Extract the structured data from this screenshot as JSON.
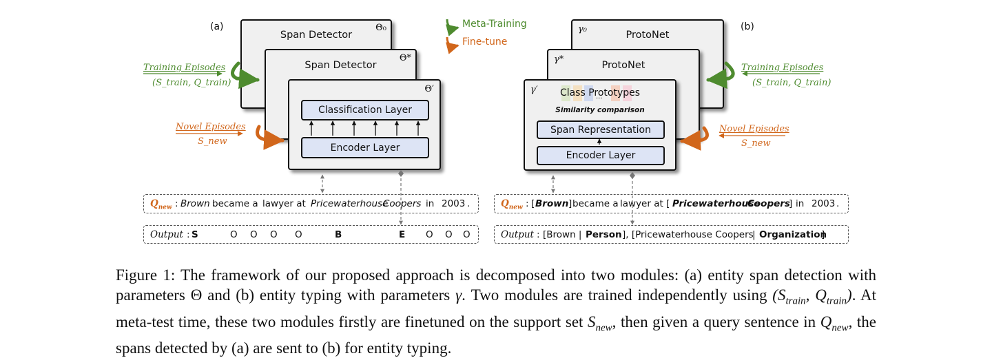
{
  "legend": {
    "meta_training": "Meta-Training",
    "fine_tune": "Fine-tune",
    "colors": {
      "meta_training": "#4e8b2f",
      "fine_tune": "#d1661b",
      "layer_fill": "#dde4f5",
      "panel_fill": "#f0f0f0"
    }
  },
  "panel_a": {
    "label": "(a)",
    "back_title": "Span Detector",
    "back_param": "Θ₀",
    "mid_title": "Span Detector",
    "mid_param": "Θ*",
    "front_param": "Θ′",
    "classification_layer": "Classification Layer",
    "encoder_layer": "Encoder Layer",
    "training_episodes": "Training Episodes",
    "training_set": "(S_train, Q_train)",
    "novel_episodes": "Novel Episodes",
    "novel_set": "S_new"
  },
  "panel_b": {
    "label": "(b)",
    "back_title": "ProtoNet",
    "back_param": "γ₀",
    "mid_title": "ProtoNet",
    "mid_param": "γ*",
    "front_param": "γ′",
    "class_prototypes": "Class Prototypes",
    "prototype_ellipsis": "...",
    "similarity": "Similarity comparison",
    "span_representation": "Span Representation",
    "encoder_layer": "Encoder Layer",
    "training_episodes": "Training Episodes",
    "training_set": "(S_train, Q_train)",
    "novel_episodes": "Novel Episodes",
    "novel_set": "S_new",
    "prototype_colors": [
      "#d9e6c4",
      "#f5ddb8",
      "#c8d4ee",
      "#f4cbb8",
      "#f6cfd8"
    ]
  },
  "query_a": {
    "q_label": "Q",
    "q_sub": "new",
    "colon": ":",
    "w1": "Brown",
    "w2": "became a",
    "w3": "lawyer at",
    "w4": "Pricewaterhouse",
    "w5": "Coopers",
    "w6": "in",
    "w7": "2003",
    "w8": "."
  },
  "output_a": {
    "label": "Output",
    "colon": ":",
    "tags": [
      "S",
      "O",
      "O",
      "O",
      "O",
      "B",
      "E",
      "O",
      "O",
      "O"
    ]
  },
  "query_b": {
    "q_label": "Q",
    "q_sub": "new",
    "colon": ":",
    "lb1": "[",
    "w1": "Brown",
    "rb1": "]",
    "w2": "became a",
    "w3": "lawyer at [",
    "w4": "Pricewaterhouse",
    "w5": "Coopers",
    "rb2": "]",
    "w6": "in",
    "w7": "2003",
    "w8": "."
  },
  "output_b": {
    "label": "Output",
    "colon": ":",
    "p1": "[Brown |",
    "t1": "Person",
    "p2": "], [Pricewaterhouse Coopers",
    "p3": "|",
    "t2": "Organization",
    "p4": "]"
  },
  "caption": {
    "s1": "Figure 1: The framework of our proposed approach is decomposed into two modules: (a) entity span detection with parameters ",
    "theta": "Θ",
    "s2": " and (b) entity typing with parameters ",
    "gamma": "γ",
    "s3": ". Two modules are trained independently using ",
    "pair": "(S",
    "pair_sub1": "train",
    "pair_mid": ", Q",
    "pair_sub2": "train",
    "pair_end": ")",
    "s4": ". At meta-test time, these two modules firstly are finetuned on the support set ",
    "snew": "S",
    "snew_sub": "new",
    "s5": ", then given a query sentence in ",
    "qnew": "Q",
    "qnew_sub": "new",
    "s6": ", the spans detected by (a) are sent to (b) for entity typing."
  }
}
